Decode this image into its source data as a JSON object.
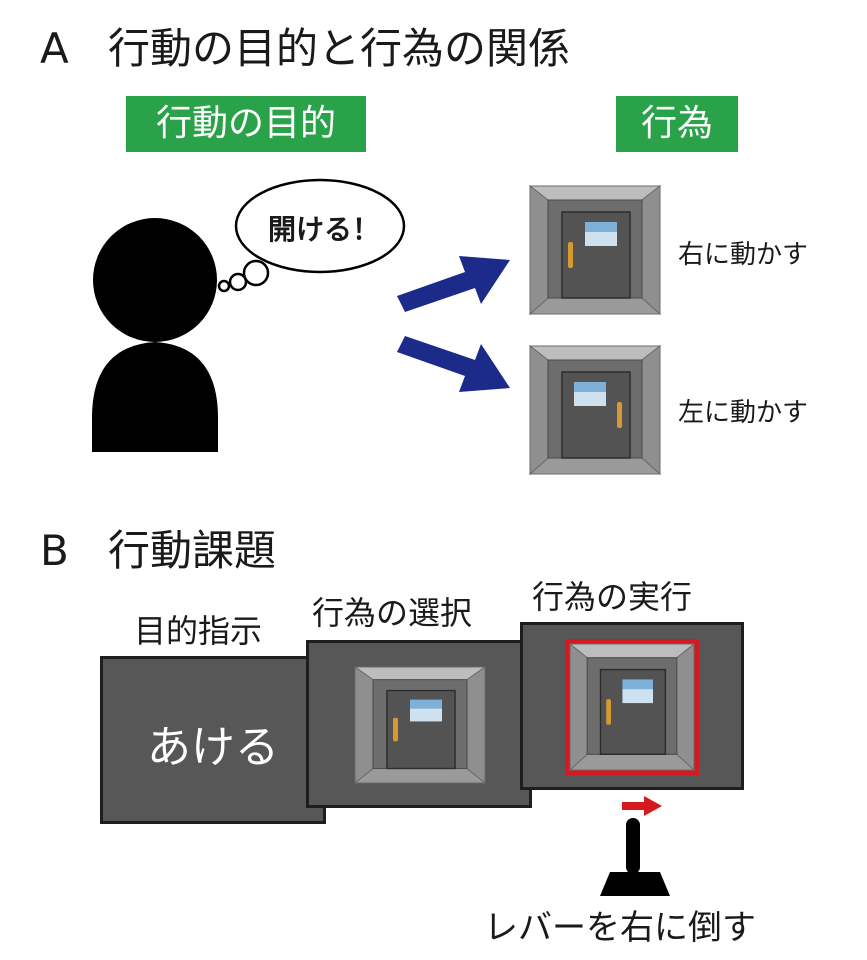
{
  "section_a": {
    "label": "A",
    "title": "行動の目的と行為の関係",
    "goal_tag": "行動の目的",
    "action_tag": "行為",
    "thought": "開ける！",
    "option_right": "右に動かす",
    "option_left": "左に動かす"
  },
  "section_b": {
    "label": "B",
    "title": "行動課題",
    "step1_label": "目的指示",
    "step1_text": "あける",
    "step2_label": "行為の選択",
    "step3_label": "行為の実行",
    "lever_caption": "レバーを右に倒す"
  },
  "colors": {
    "tag_green": "#2aa24a",
    "arrow_navy": "#1c2a8a",
    "highlight_red": "#d41920",
    "panel_gray": "#575757"
  }
}
